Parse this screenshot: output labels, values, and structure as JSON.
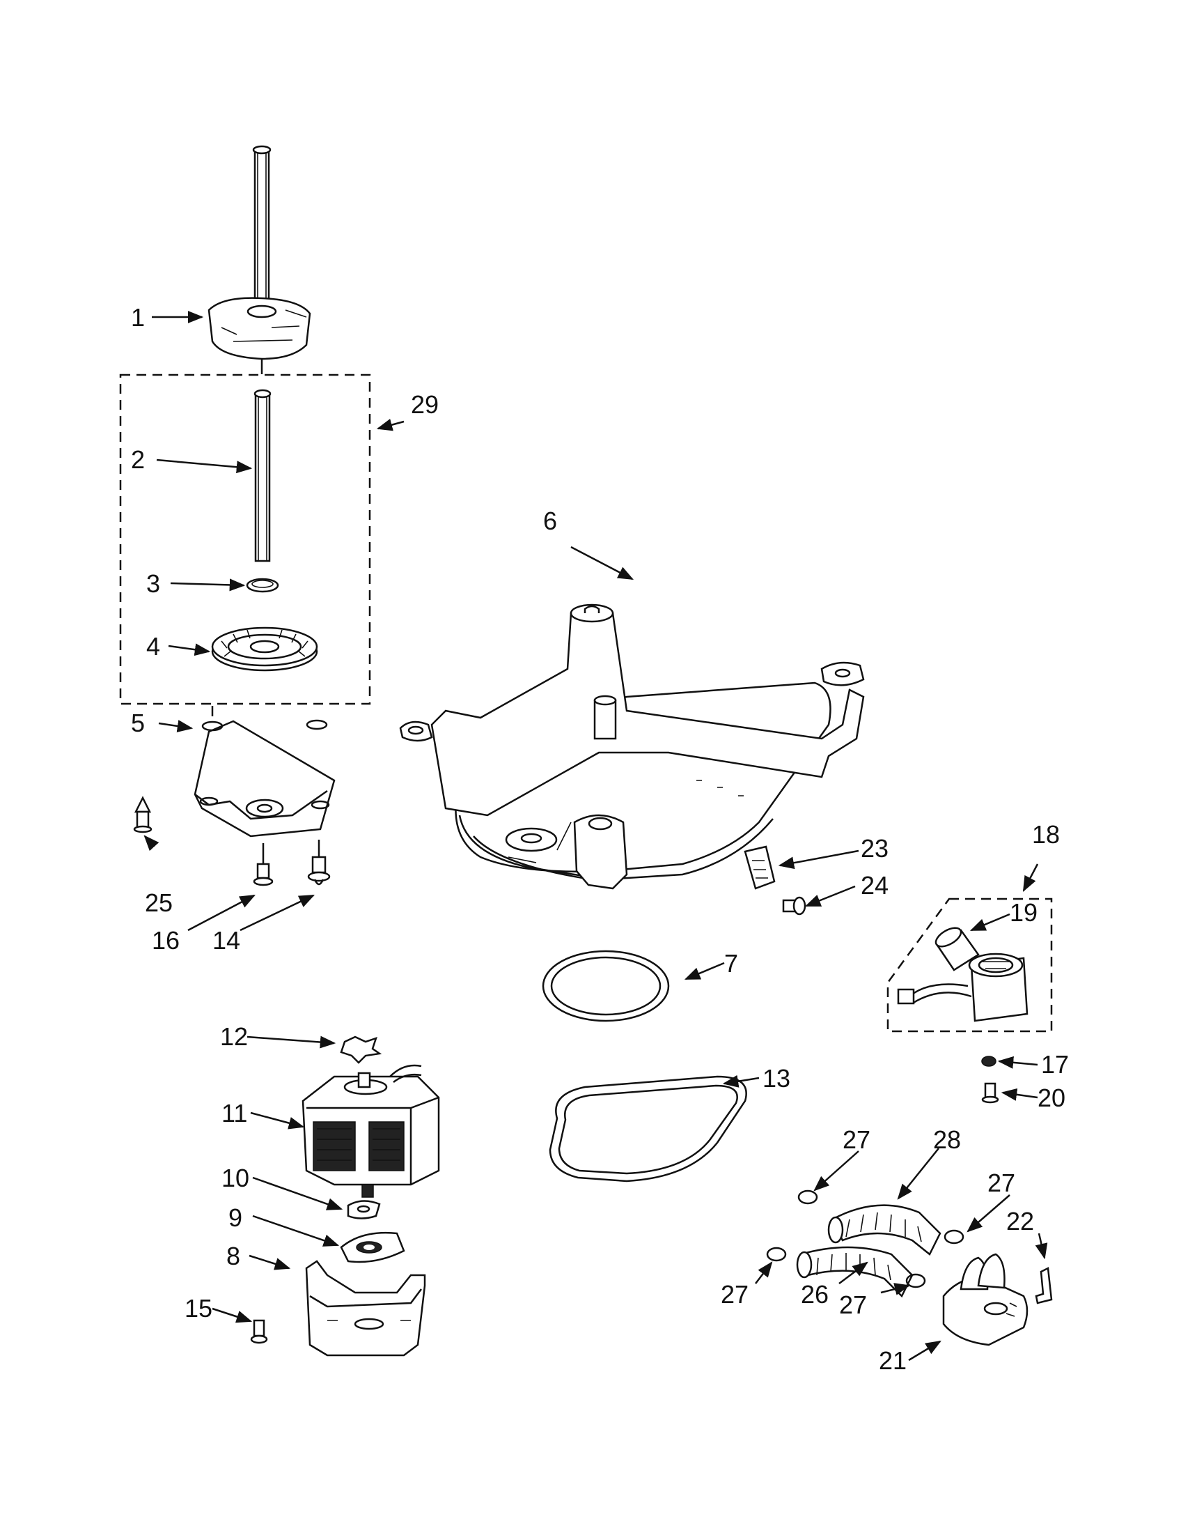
{
  "diagram": {
    "callouts": [
      {
        "id": "1",
        "text": "1"
      },
      {
        "id": "2",
        "text": "2"
      },
      {
        "id": "3",
        "text": "3"
      },
      {
        "id": "4",
        "text": "4"
      },
      {
        "id": "5",
        "text": "5"
      },
      {
        "id": "6",
        "text": "6"
      },
      {
        "id": "7",
        "text": "7"
      },
      {
        "id": "8",
        "text": "8"
      },
      {
        "id": "9",
        "text": "9"
      },
      {
        "id": "10",
        "text": "10"
      },
      {
        "id": "11",
        "text": "11"
      },
      {
        "id": "12",
        "text": "12"
      },
      {
        "id": "13",
        "text": "13"
      },
      {
        "id": "14",
        "text": "14"
      },
      {
        "id": "15",
        "text": "15"
      },
      {
        "id": "16",
        "text": "16"
      },
      {
        "id": "17",
        "text": "17"
      },
      {
        "id": "18",
        "text": "18"
      },
      {
        "id": "19",
        "text": "19"
      },
      {
        "id": "20",
        "text": "20"
      },
      {
        "id": "21",
        "text": "21"
      },
      {
        "id": "22",
        "text": "22"
      },
      {
        "id": "23",
        "text": "23"
      },
      {
        "id": "24",
        "text": "24"
      },
      {
        "id": "25",
        "text": "25"
      },
      {
        "id": "26",
        "text": "26"
      },
      {
        "id": "27a",
        "text": "27"
      },
      {
        "id": "27b",
        "text": "27"
      },
      {
        "id": "27c",
        "text": "27"
      },
      {
        "id": "27d",
        "text": "27"
      },
      {
        "id": "28",
        "text": "28"
      },
      {
        "id": "29",
        "text": "29"
      }
    ]
  }
}
